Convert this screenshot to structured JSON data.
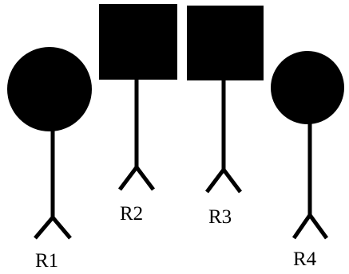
{
  "figures": [
    {
      "shape": "circle-icon",
      "label": "R1"
    },
    {
      "shape": "square-icon",
      "label": "R2"
    },
    {
      "shape": "square-icon",
      "label": "R3"
    },
    {
      "shape": "circle-icon",
      "label": "R4"
    }
  ],
  "colors": {
    "ink": "#000000",
    "background": "#ffffff"
  }
}
